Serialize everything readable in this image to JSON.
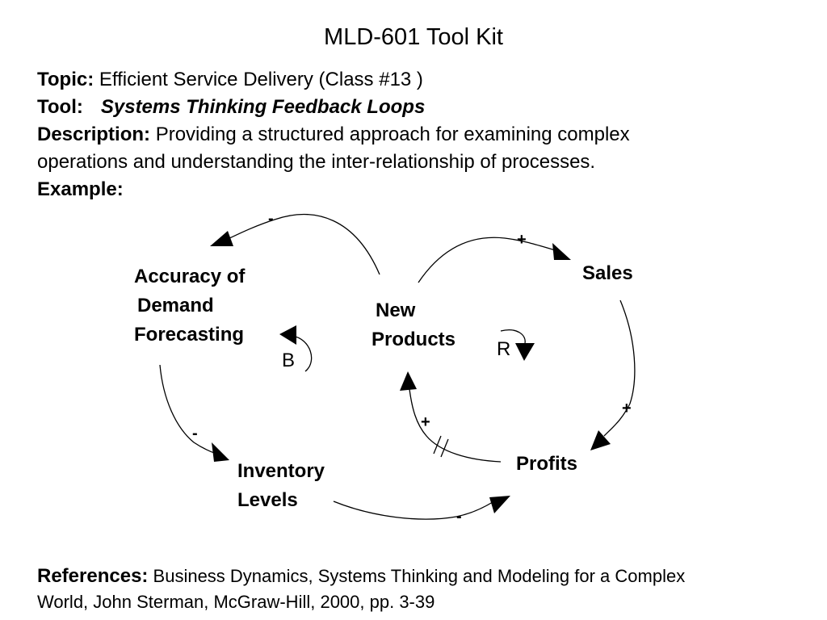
{
  "slide": {
    "title": "MLD-601 Tool Kit",
    "topic_label": "Topic:",
    "topic_value": "Efficient Service Delivery (Class #13  )",
    "tool_label": "Tool:",
    "tool_value": "Systems Thinking Feedback Loops",
    "description_label": "Description:",
    "description_line1": "Providing a structured approach for examining complex",
    "description_line2": "operations and understanding the inter-relationship of processes.",
    "example_label": "Example:"
  },
  "diagram": {
    "nodes": {
      "accuracy": [
        "Accuracy of",
        "Demand",
        "Forecasting"
      ],
      "new_products": [
        "New",
        "Products"
      ],
      "sales": [
        "Sales"
      ],
      "profits": [
        "Profits"
      ],
      "inventory": [
        "Inventory",
        "Levels"
      ]
    },
    "loop_labels": {
      "balancing": "B",
      "reinforcing": "R"
    },
    "links": [
      {
        "from": "New Products",
        "to": "Accuracy of Demand Forecasting",
        "polarity": "-"
      },
      {
        "from": "Accuracy of Demand Forecasting",
        "to": "Inventory Levels",
        "polarity": "-"
      },
      {
        "from": "Inventory Levels",
        "to": "Profits",
        "polarity": "-"
      },
      {
        "from": "New Products",
        "to": "Sales",
        "polarity": "+"
      },
      {
        "from": "Sales",
        "to": "Profits",
        "polarity": "+"
      },
      {
        "from": "Profits",
        "to": "New Products",
        "polarity": "+",
        "delay": true
      }
    ]
  },
  "references": {
    "label": "References:",
    "line1": "Business Dynamics, Systems Thinking and Modeling for a Complex",
    "line2": "World, John Sterman, McGraw-Hill, 2000, pp. 3-39"
  }
}
